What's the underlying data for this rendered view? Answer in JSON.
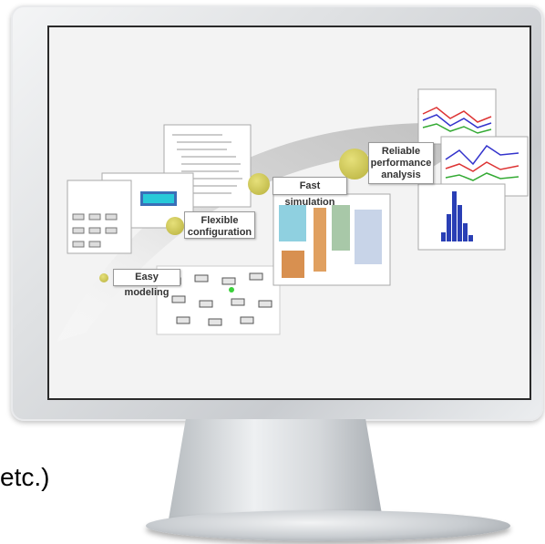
{
  "caption": {
    "text": "etc.)"
  },
  "steps": [
    {
      "label": "Easy modeling"
    },
    {
      "label_line1": "Flexible",
      "label_line2": "configuration"
    },
    {
      "label": "Fast simulation"
    },
    {
      "label_line1": "Reliable",
      "label_line2": "performance",
      "label_line3": "analysis"
    }
  ],
  "colors": {
    "arrow": "#cfcfcf",
    "dot": "#c9c24f",
    "screen_border": "#2a2a2a"
  }
}
